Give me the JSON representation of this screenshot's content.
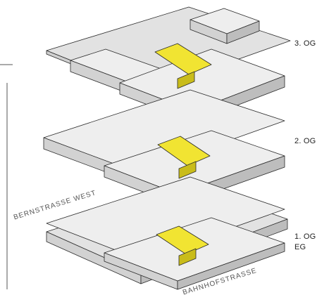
{
  "floors": [
    {
      "label": "3. OG"
    },
    {
      "label": "2. OG"
    },
    {
      "label": "1. OG"
    },
    {
      "label": "EG"
    }
  ],
  "streets": {
    "west": "BERNSTRASSE WEST",
    "south": "BAHNHOFSTRASSE"
  },
  "colors": {
    "roof": "#eeeeee",
    "side": "#d2d2d2",
    "shade": "#bdbdbd",
    "highlight": "#f1e432",
    "highlight_side": "#c9bc1a",
    "slab": "#e2e2e2",
    "stroke": "#2a2a2a"
  }
}
